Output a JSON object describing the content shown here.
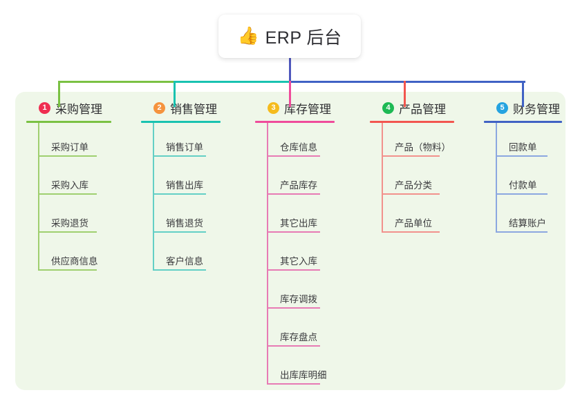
{
  "root": {
    "icon": "thumbs-up-icon",
    "icon_glyph": "👍",
    "title": "ERP 后台"
  },
  "theme": {
    "page_background": "#ffffff",
    "panel_background": "#eff7e9",
    "card_background": "#ffffff",
    "trunk_color": "#4f57bd",
    "text_color": "#333333"
  },
  "columns": [
    {
      "number": "1",
      "title": "采购管理",
      "badge_color": "#ef2e51",
      "line_color": "#7ac143",
      "item_line_color": "#9fcf6f",
      "items": [
        {
          "label": "采购订单"
        },
        {
          "label": "采购入库"
        },
        {
          "label": "采购退货"
        },
        {
          "label": "供应商信息"
        }
      ]
    },
    {
      "number": "2",
      "title": "销售管理",
      "badge_color": "#f5933e",
      "line_color": "#19c2b0",
      "item_line_color": "#63cfc5",
      "items": [
        {
          "label": "销售订单"
        },
        {
          "label": "销售出库"
        },
        {
          "label": "销售退货"
        },
        {
          "label": "客户信息"
        }
      ]
    },
    {
      "number": "3",
      "title": "库存管理",
      "badge_color": "#f5bb1d",
      "line_color": "#ef4b9b",
      "item_line_color": "#e77ab4",
      "items": [
        {
          "label": "仓库信息"
        },
        {
          "label": "产品库存"
        },
        {
          "label": "其它出库"
        },
        {
          "label": "其它入库"
        },
        {
          "label": "库存调拨"
        },
        {
          "label": "库存盘点"
        },
        {
          "label": "出库库明细"
        }
      ]
    },
    {
      "number": "4",
      "title": "产品管理",
      "badge_color": "#1db954",
      "line_color": "#f2564f",
      "item_line_color": "#f2918c",
      "items": [
        {
          "label": "产品（物料）"
        },
        {
          "label": "产品分类"
        },
        {
          "label": "产品单位"
        }
      ]
    },
    {
      "number": "5",
      "title": "财务管理",
      "badge_color": "#25a3e0",
      "line_color": "#4062c4",
      "item_line_color": "#8ba7e0",
      "items": [
        {
          "label": "回款单"
        },
        {
          "label": "付款单"
        },
        {
          "label": "结算账户"
        }
      ]
    }
  ]
}
